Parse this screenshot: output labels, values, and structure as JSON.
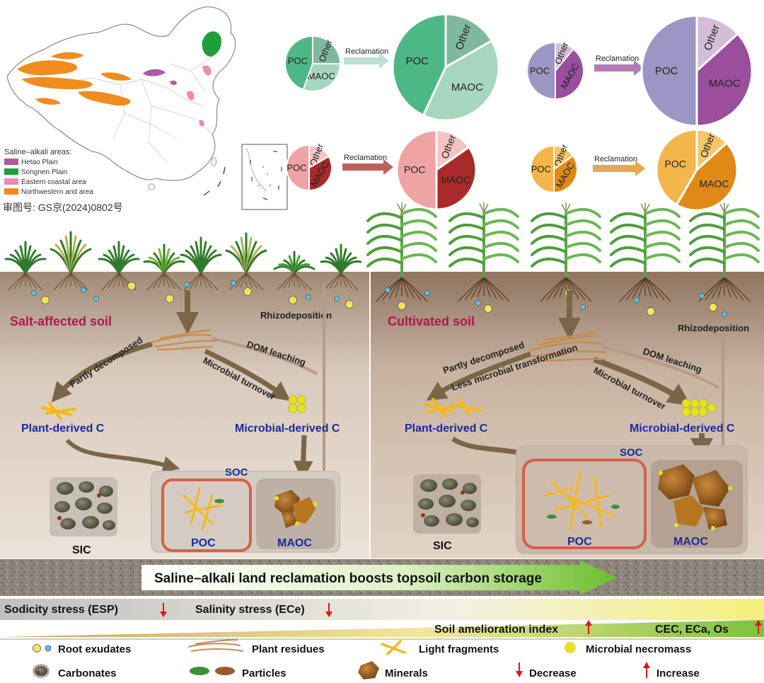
{
  "map": {
    "legend_title": "Saline–alkali areas:",
    "legend_items": [
      {
        "label": "Hetao Plain",
        "color": "#b05aa0"
      },
      {
        "label": "Songnen Plain",
        "color": "#1f9e3a"
      },
      {
        "label": "Eastern coastal area",
        "color": "#e98bb9"
      },
      {
        "label": "Northwestern arid area",
        "color": "#f08c1e"
      }
    ],
    "approval_no": "审图号: GS京(2024)0802号"
  },
  "pies": {
    "arrow_label": "Reclamation",
    "labels": {
      "poc": "POC",
      "maoc": "MAOC",
      "other": "Other"
    },
    "colors": {
      "green": [
        "#4db886",
        "#a6d6c0",
        "#80b89e"
      ],
      "purple": [
        "#9c96c4",
        "#9a4e9c",
        "#d6bdd7"
      ],
      "red": [
        "#f0a3a3",
        "#a82a2a",
        "#f4c4c4"
      ],
      "orange": [
        "#f4b54a",
        "#e08a16",
        "#f6c66a"
      ]
    }
  },
  "left_panel": {
    "title": "Salt-affected soil",
    "rhizodeposition": "Rhizodeposition",
    "dom_leaching": "DOM leaching",
    "partly_decomposed": "Partly decomposed",
    "microbial_turnover": "Microbial turnover",
    "plant_c": "Plant-derived C",
    "microbial_c": "Microbial-derived C",
    "soc": "SOC",
    "sic": "SIC",
    "poc": "POC",
    "maoc": "MAOC"
  },
  "right_panel": {
    "title": "Cultivated soil",
    "rhizodeposition": "Rhizodeposition",
    "dom_leaching": "DOM leaching",
    "partly_decomposed": "Partly decomposed",
    "less_microbial": "Less microbial transformation",
    "microbial_turnover": "Microbial turnover",
    "plant_c": "Plant-derived C",
    "microbial_c": "Microbial-derived C",
    "soc": "SOC",
    "sic": "SIC",
    "poc": "POC",
    "maoc": "MAOC"
  },
  "banner": {
    "text": "Saline–alkali land reclamation boosts topsoil carbon storage"
  },
  "indicators": {
    "sodicity": "Sodicity stress (ESP)",
    "salinity": "Salinity stress (ECe)",
    "amelioration": "Soil amelioration index",
    "cec": "CEC, ECa, Os"
  },
  "legend": {
    "root_exudates": "Root exudates",
    "plant_residues": "Plant residues",
    "light_fragments": "Light fragments",
    "microbial_necromass": "Microbial necromass",
    "carbonates": "Carbonates",
    "particles": "Particles",
    "minerals": "Minerals",
    "decrease": "Decrease",
    "increase": "Increase"
  },
  "colors": {
    "title_red": "#b0174f",
    "label_blue": "#1b2a9a",
    "arrow_brown": "#7a6548",
    "red_arrow": "#e0141c"
  }
}
